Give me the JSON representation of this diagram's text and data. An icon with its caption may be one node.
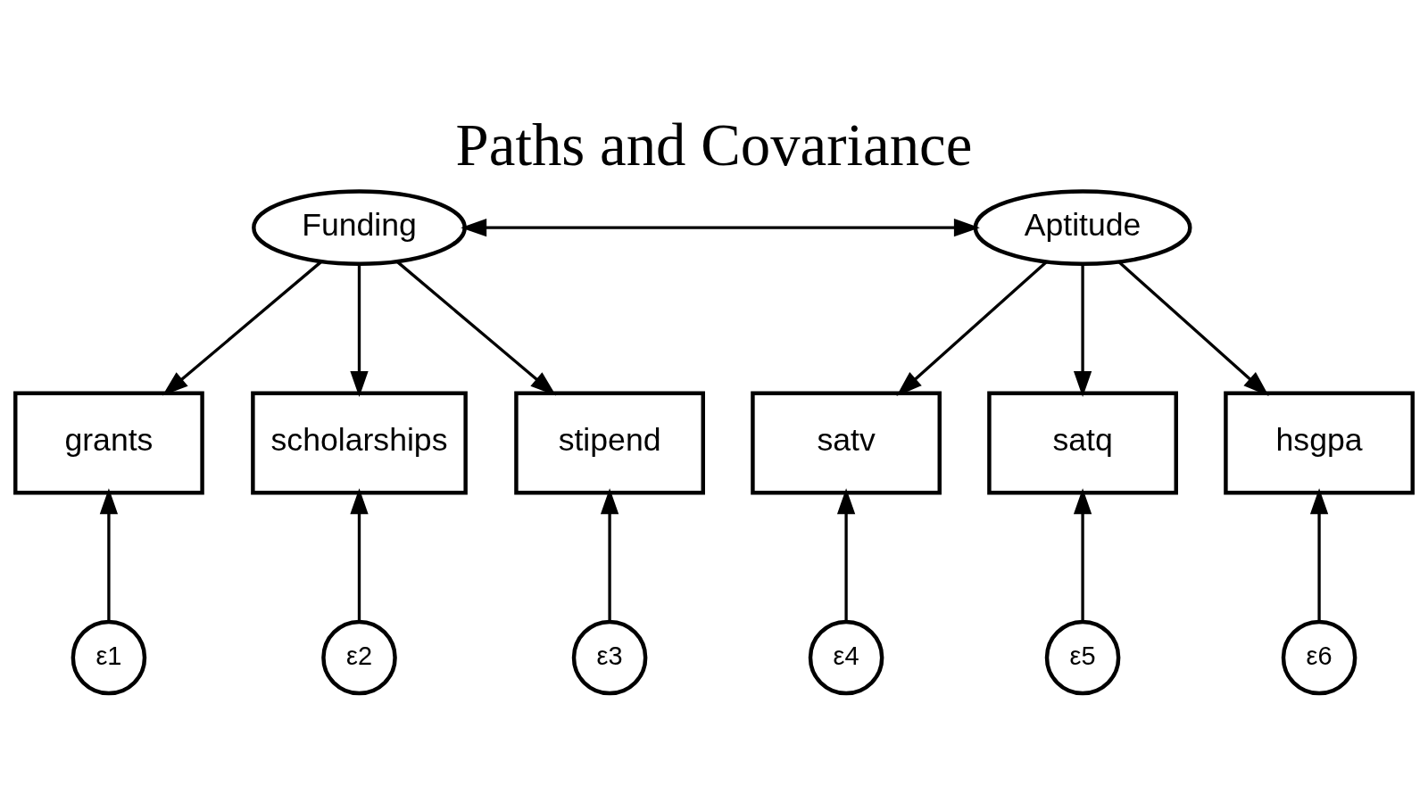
{
  "diagram": {
    "title": "Paths and Covariance",
    "nodes": [
      {
        "text": [
          "Funding"
        ]
      },
      {
        "text": [
          "Aptitude"
        ]
      },
      {
        "text": [
          "grants"
        ]
      },
      {
        "text": [
          "scholarships"
        ]
      },
      {
        "text": [
          "stipend"
        ]
      },
      {
        "text": [
          "satv"
        ]
      },
      {
        "text": [
          "satq"
        ]
      },
      {
        "text": [
          "hsgpa"
        ]
      },
      {
        "text": [
          "ε1"
        ]
      },
      {
        "text": [
          "ε2"
        ]
      },
      {
        "text": [
          "ε3"
        ]
      },
      {
        "text": [
          "ε4"
        ]
      },
      {
        "text": [
          "ε5"
        ]
      },
      {
        "text": [
          "ε6"
        ]
      }
    ],
    "edges": [
      {
        "from": 0,
        "to": 1,
        "arrow": "both"
      },
      {
        "from": 0,
        "to": 2,
        "arrow": "to"
      },
      {
        "from": 0,
        "to": 3,
        "arrow": "to"
      },
      {
        "from": 0,
        "to": 4,
        "arrow": "to"
      },
      {
        "from": 1,
        "to": 5,
        "arrow": "to"
      },
      {
        "from": 1,
        "to": 6,
        "arrow": "to"
      },
      {
        "from": 1,
        "to": 7,
        "arrow": "to"
      },
      {
        "from": 8,
        "to": 2,
        "arrow": "to"
      },
      {
        "from": 9,
        "to": 3,
        "arrow": "to"
      },
      {
        "from": 10,
        "to": 4,
        "arrow": "to"
      },
      {
        "from": 11,
        "to": 5,
        "arrow": "to"
      },
      {
        "from": 12,
        "to": 6,
        "arrow": "to"
      },
      {
        "from": 13,
        "to": 7,
        "arrow": "to"
      }
    ]
  }
}
